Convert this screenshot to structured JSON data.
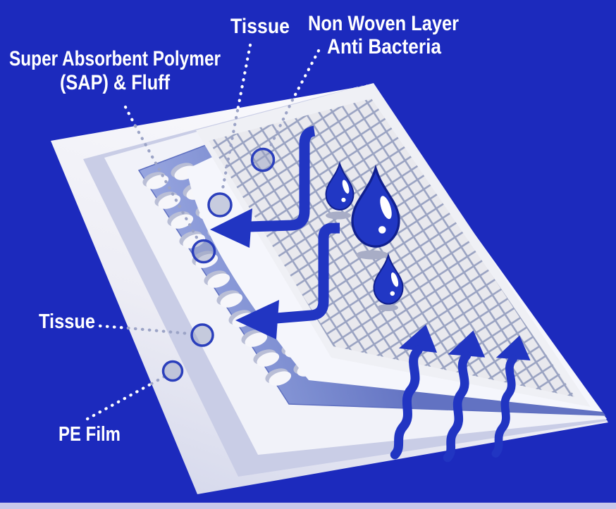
{
  "diagram": {
    "type": "product-layer-structure",
    "subject": "Absorbent pad layer diagram",
    "labels": {
      "tissue_top": "Tissue",
      "non_woven_line1": "Non Woven Layer",
      "non_woven_line2": "Anti Bacteria",
      "sap_line1": "Super Absorbent Polymer",
      "sap_line2": "(SAP) & Fluff",
      "tissue_bottom": "Tissue",
      "pe_film": "PE Film"
    },
    "layers_top_to_bottom": [
      "Non Woven Layer Anti Bacteria",
      "Tissue",
      "Super Absorbent Polymer (SAP) & Fluff",
      "Tissue",
      "PE Film"
    ],
    "colors": {
      "background": "#1c2abd",
      "arrow_blue": "#2135c2",
      "drop_blue": "#2137c4",
      "drop_outline": "#101f8e",
      "sap_layer": "#8294d2",
      "mesh_line": "#9aa3c2",
      "pad_white": "#f2f3f9",
      "shadow_gray": "#a8adc6",
      "bottom_strip": "#c7c8ea",
      "label_text": "#ffffff"
    }
  }
}
